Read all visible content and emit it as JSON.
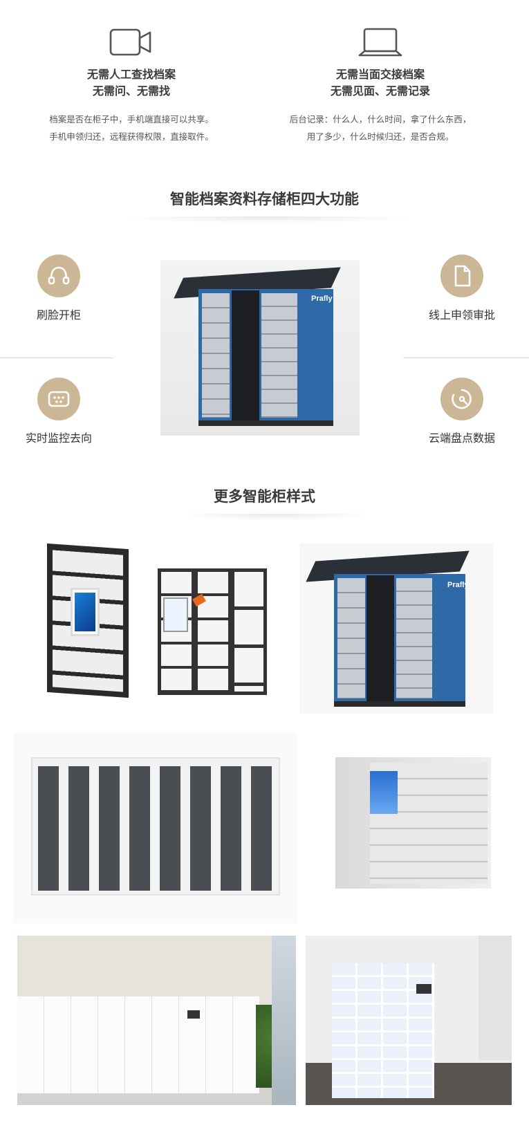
{
  "features": [
    {
      "icon": "video-camera-icon",
      "title_line1": "无需人工查找档案",
      "title_line2": "无需问、无需找",
      "desc_line1": "档案是否在柜子中，手机端直接可以共享。",
      "desc_line2": "手机申领归还，远程获得权限，直接取件。"
    },
    {
      "icon": "laptop-icon",
      "title_line1": "无需当面交接档案",
      "title_line2": "无需见面、无需记录",
      "desc_line1": "后台记录：什么人，什么时间，拿了什么东西，",
      "desc_line2": "用了多少，什么时候归还，是否合规。"
    }
  ],
  "section1": {
    "title": "智能档案资料存储柜四大功能"
  },
  "functions": [
    {
      "label": "刷脸开柜",
      "icon": "face-scan-icon"
    },
    {
      "label": "线上申领审批",
      "icon": "document-icon"
    },
    {
      "label": "实时监控去向",
      "icon": "monitor-icon"
    },
    {
      "label": "云端盘点数据",
      "icon": "gauge-icon"
    }
  ],
  "section2": {
    "title": "更多智能柜样式"
  },
  "brand_text": "Prafly",
  "colors": {
    "accent": "#cbb796",
    "locker_blue": "#2f6aa8"
  }
}
